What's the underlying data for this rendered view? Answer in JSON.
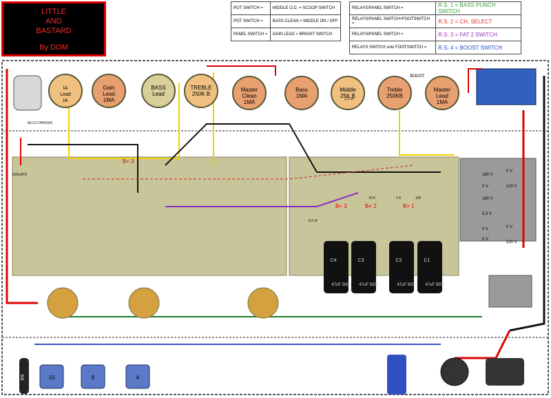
{
  "title": {
    "line1": "LITTLE",
    "line2": "AND",
    "line3": "BASTARD",
    "line4": "By DOM"
  },
  "switch_legend": [
    {
      "label": "POT SWITCH =",
      "desc": "MIDDLE O.D. = SCOOP SWITCH"
    },
    {
      "label": "POT SWITCH =",
      "desc": "BASS CLEAN = MIDDLE ON / OFF"
    },
    {
      "label": "PANEL SWITCH =",
      "desc": "GAIN LEAD = BRIGHT SWITCH"
    }
  ],
  "relay_legend": [
    {
      "label": "RELAYS/PANEL SWITCH =",
      "desc": "R.S. 1 = BASS PUNCH SWITCH",
      "color": "#3a9a3a"
    },
    {
      "label": "RELAYS/PANEL SWITCH+FOOTSWITCH =",
      "desc": "R.S. 2 = CH. SELECT",
      "color": "#e03020"
    },
    {
      "label": "RELAYS/PANEL SWITCH =",
      "desc": "R.S. 3 = FAT 2  SWITCH",
      "color": "#9a30c0"
    },
    {
      "label": "RELAYS SWITCH solo FOOTSWITCH =",
      "desc": "R.S. 4 = BOOST SWITCH",
      "color": "#2050c0"
    }
  ],
  "pots": [
    {
      "label": "Gain\nLead\n1MA"
    },
    {
      "label": "BASS\nLead"
    },
    {
      "label": "TREBLE\n250K B"
    },
    {
      "label": "Master\nClean\n1MA"
    },
    {
      "label": "Bass\n1MA"
    },
    {
      "label": "Middle\n25K B"
    },
    {
      "label": "Treble\n250KB"
    },
    {
      "label": "Master\nLead\n1MA"
    },
    {
      "label": "IA\nLead\nIA"
    }
  ],
  "caps_big": [
    {
      "label": "C4",
      "value": "47uF 500V"
    },
    {
      "label": "C3",
      "value": "47uF 500V"
    },
    {
      "label": "C2",
      "value": "47uF 500V"
    },
    {
      "label": "C1",
      "value": "47uF 500V"
    }
  ],
  "b_plus": [
    "B+ 3",
    "B+ 3",
    "B+ 2",
    "B+ 1"
  ],
  "transformer_taps": [
    {
      "left": "190 V",
      "right": "0 V"
    },
    {
      "left": "0 V",
      "right": "120 V"
    },
    {
      "left": "190 V",
      "right": ""
    },
    {
      "left": "6,3 V",
      "right": ""
    },
    {
      "left": "0 V",
      "right": "0 V"
    },
    {
      "left": "0 V",
      "right": "120 V"
    }
  ],
  "speaker_jacks": [
    "16",
    "8",
    "4"
  ],
  "resistor_r5": "R5",
  "misc": {
    "boost": "BOOST",
    "allo_chassis": "ALLO\nCHASSIS",
    "isolato": "ISOLATO",
    "cap_22nf": "2,2 nF",
    "res_10k": "10 K",
    "res_1k": "1 K",
    "cap_100": "100",
    "mt": "8,2 nf"
  }
}
